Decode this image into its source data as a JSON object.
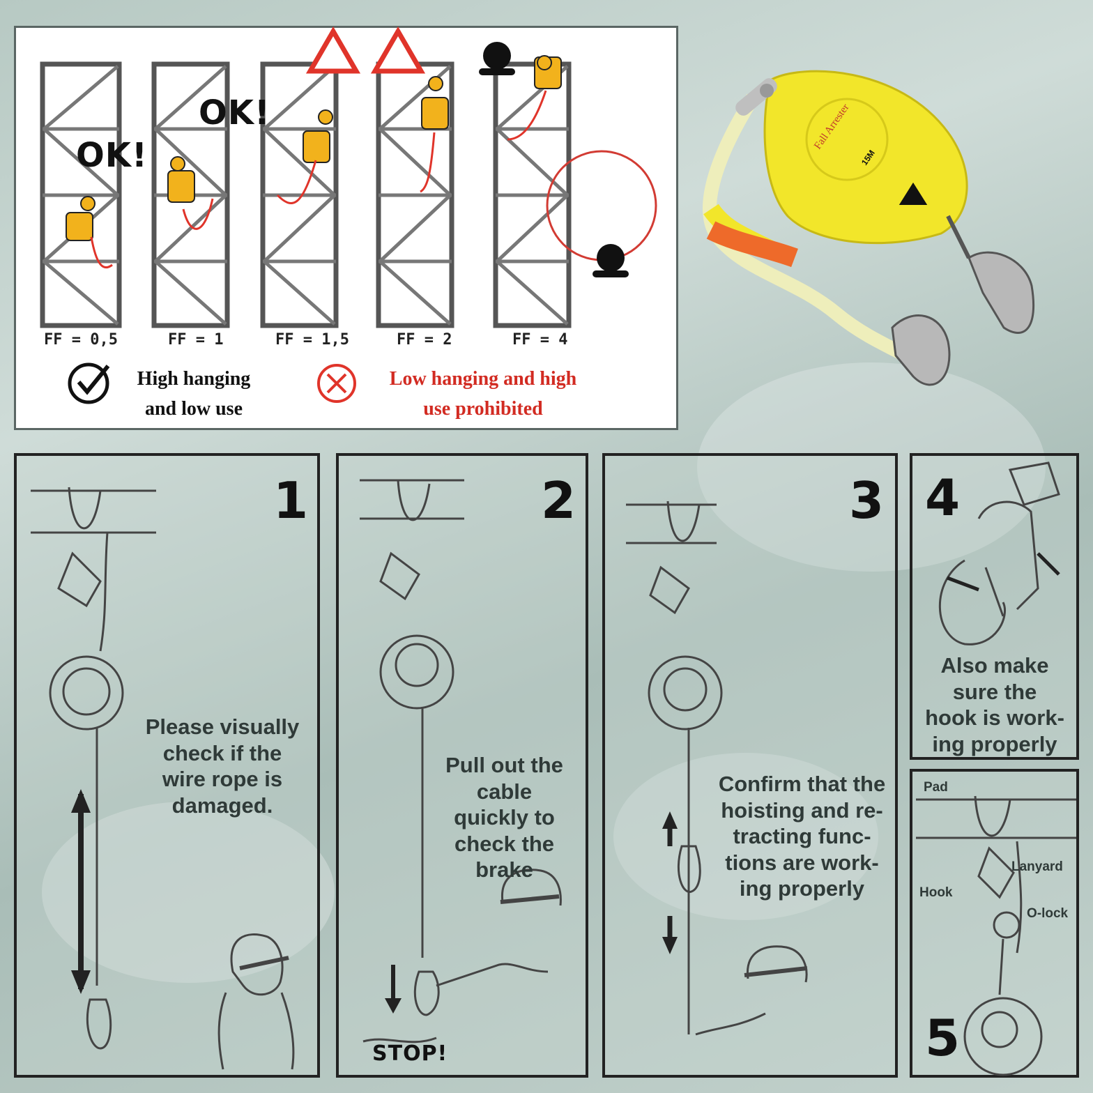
{
  "fall_factor": {
    "labels": [
      "FF = 0,5",
      "FF = 1",
      "FF = 1,5",
      "FF = 2",
      "FF = 4"
    ],
    "ok_marks": [
      "OK!",
      "OK!"
    ],
    "legend": {
      "good_line1": "High hanging",
      "good_line2": "and low use",
      "bad_line1": "Low hanging and high",
      "bad_line2": "use prohibited"
    }
  },
  "product": {
    "label_title": "Fall Arrester",
    "length": "15M"
  },
  "steps": [
    {
      "number": "1",
      "lines": [
        "Please visually",
        "check if the",
        "wire rope is",
        "damaged."
      ]
    },
    {
      "number": "2",
      "lines": [
        "Pull out the",
        "cable",
        "quickly to",
        "check the",
        "brake"
      ],
      "stop_label": "STOP!"
    },
    {
      "number": "3",
      "lines": [
        "Confirm that the",
        "hoisting and re-",
        "tracting func-",
        "tions are work-",
        "ing properly"
      ]
    },
    {
      "number": "4",
      "lines": [
        "Also make",
        "sure the",
        "hook is work-",
        "ing properly"
      ]
    },
    {
      "number": "5",
      "parts": {
        "pad": "Pad",
        "lanyard": "Lanyard",
        "hook": "Hook",
        "olock": "O-lock"
      }
    }
  ],
  "colors": {
    "accent_red": "#e0342a",
    "device_yellow": "#f2e62a",
    "panel_border": "#222222"
  }
}
